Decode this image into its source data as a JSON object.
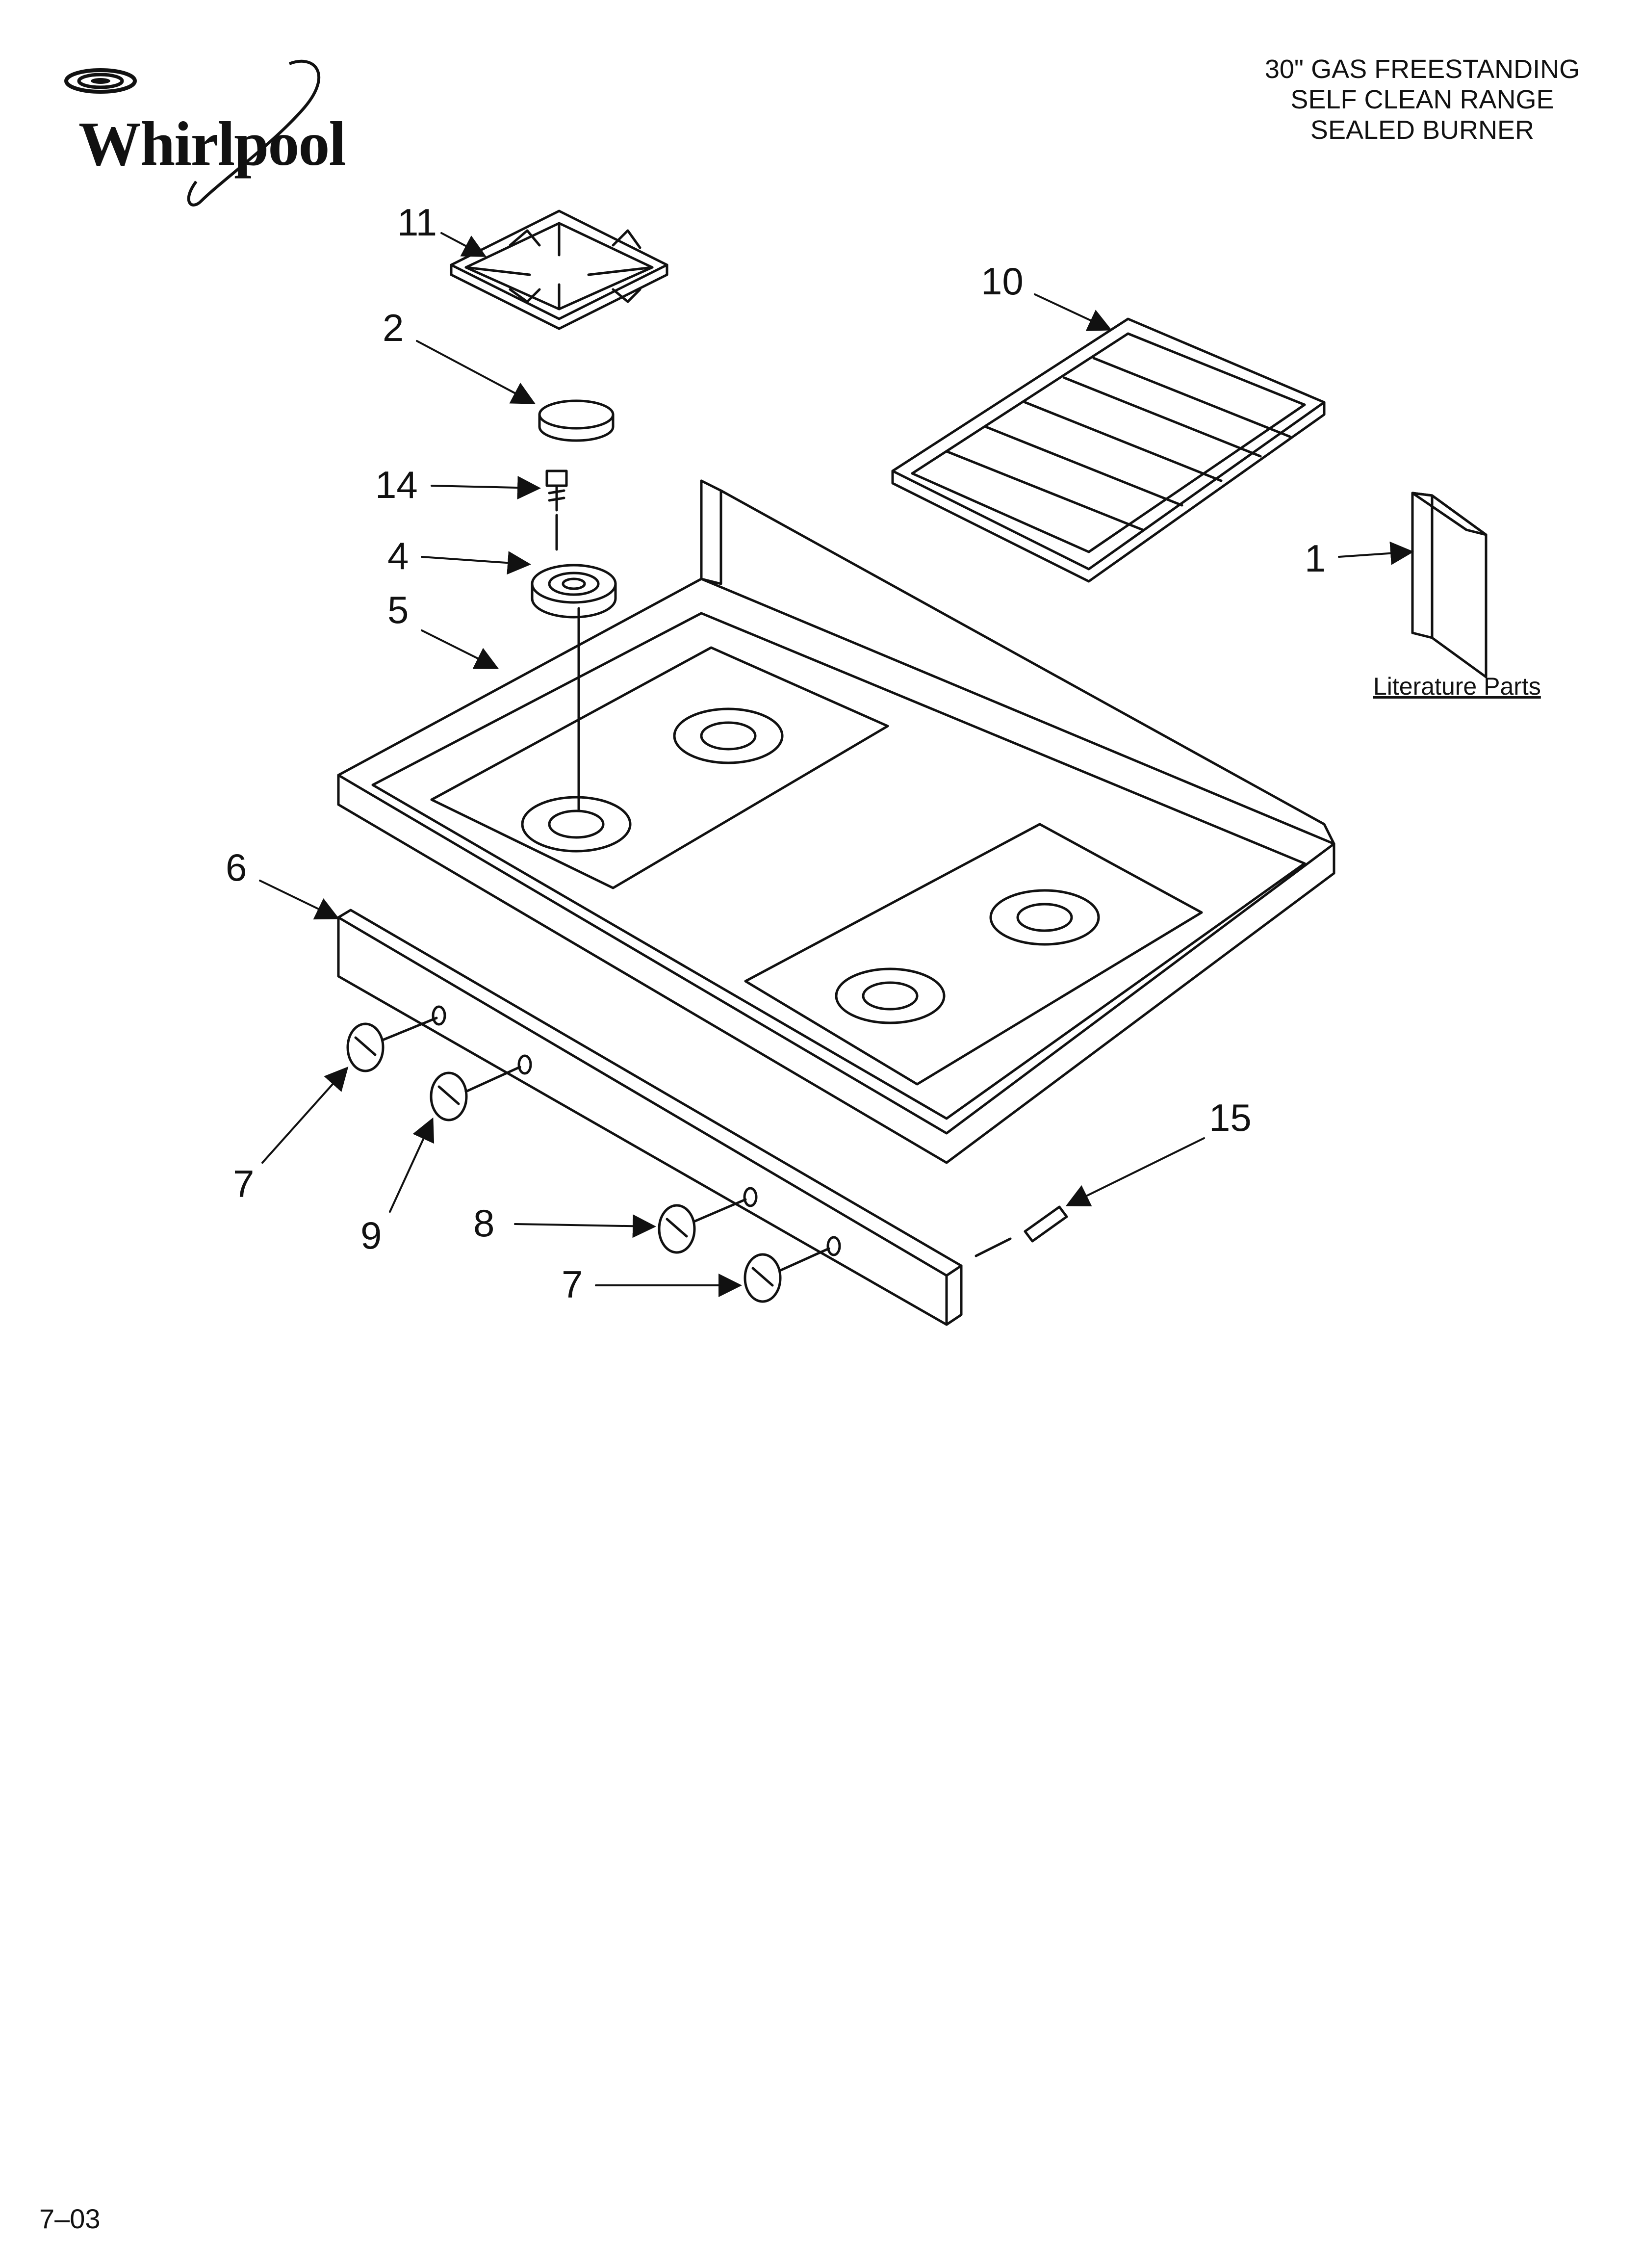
{
  "brand": {
    "name": "Whirlpool"
  },
  "title": {
    "line1": "30\" GAS FREESTANDING",
    "line2": "SELF CLEAN RANGE",
    "line3": "SEALED BURNER"
  },
  "callouts": {
    "c11": "11",
    "c2": "2",
    "c14": "14",
    "c4": "4",
    "c5": "5",
    "c10": "10",
    "c1": "1",
    "c6": "6",
    "c7a": "7",
    "c9": "9",
    "c8": "8",
    "c7b": "7",
    "c15": "15"
  },
  "literature_label": "Literature Parts",
  "footer": "7–03"
}
